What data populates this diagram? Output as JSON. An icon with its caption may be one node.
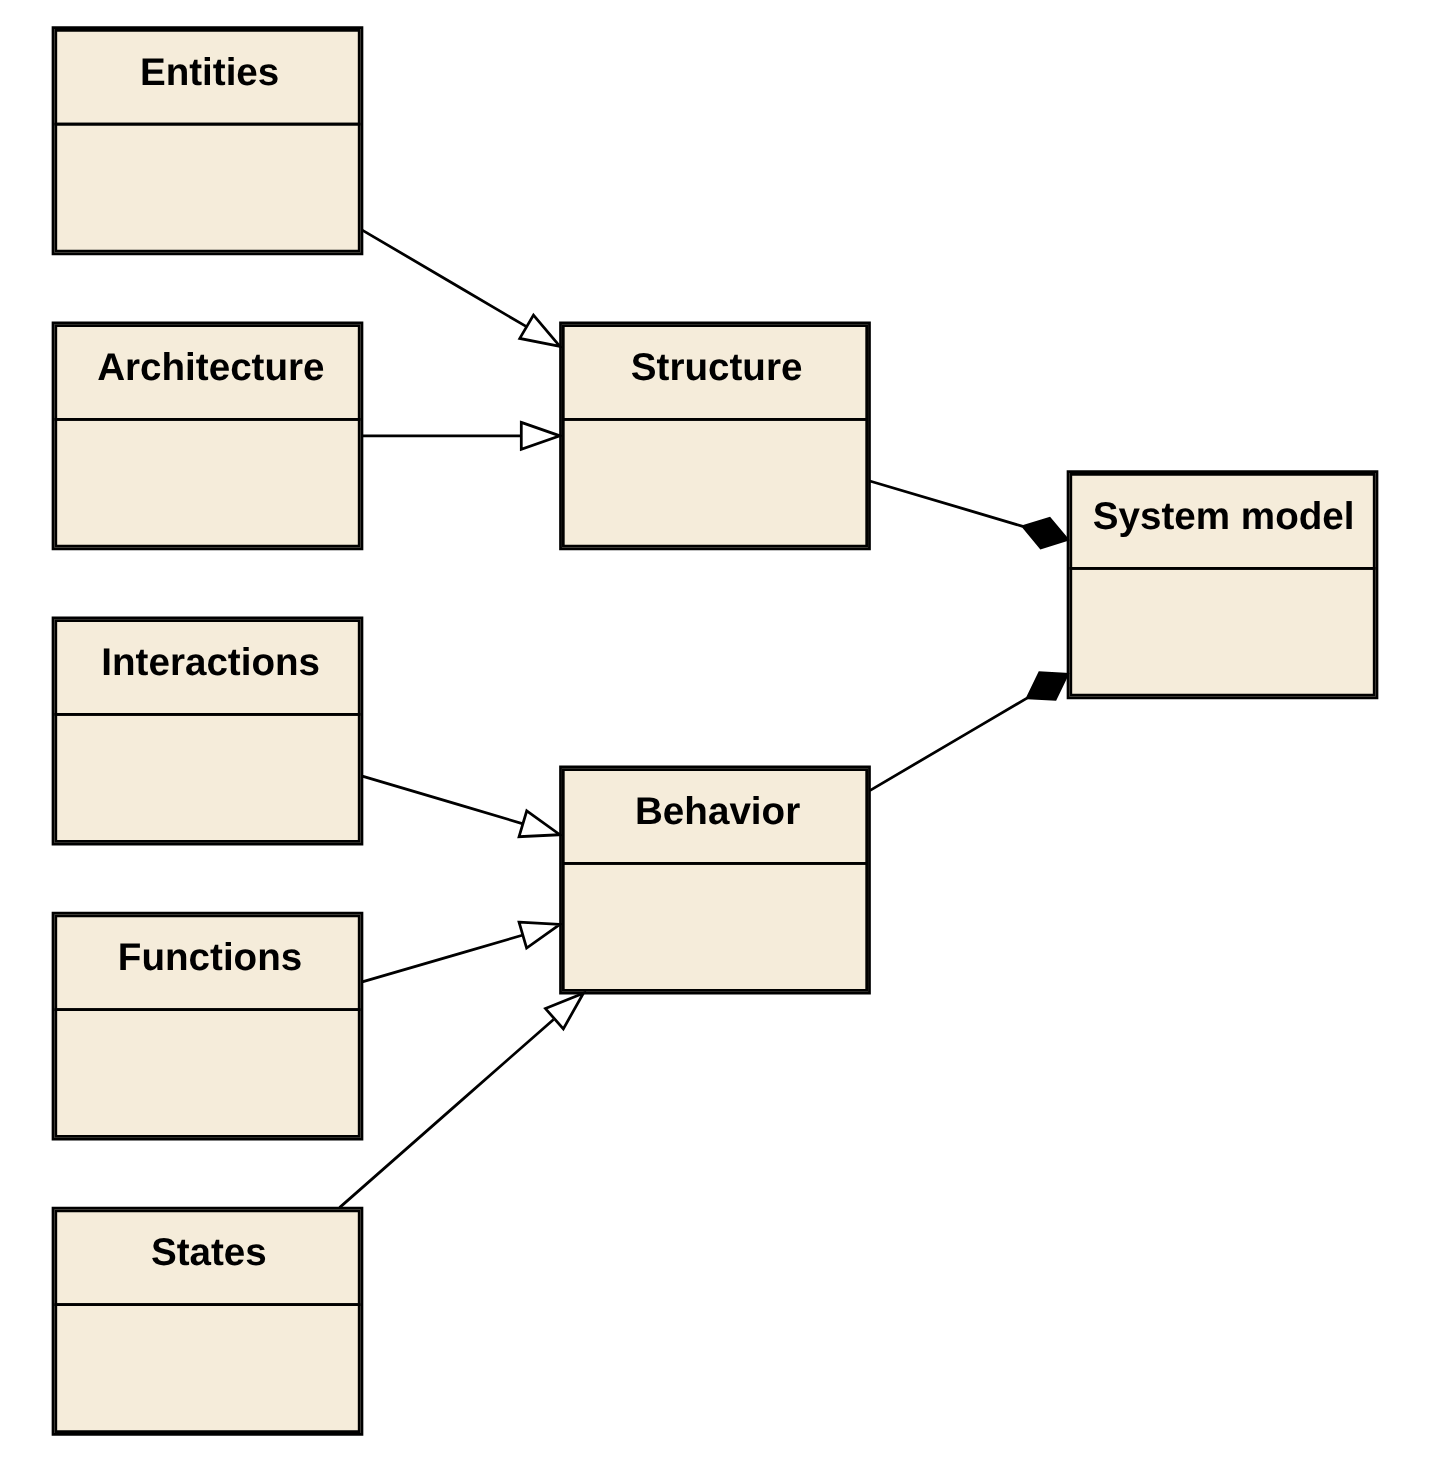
{
  "diagram": {
    "nodes": [
      {
        "text": [
          "Entities"
        ]
      },
      {
        "text": [
          "Architecture"
        ]
      },
      {
        "text": [
          "Interactions"
        ]
      },
      {
        "text": [
          "Functions"
        ]
      },
      {
        "text": [
          "States"
        ]
      },
      {
        "text": [
          "Structure"
        ]
      },
      {
        "text": [
          "Behavior"
        ]
      },
      {
        "text": [
          "System model"
        ]
      }
    ],
    "edges": [
      {
        "from": 0,
        "to": 5,
        "arrow": "to"
      },
      {
        "from": 1,
        "to": 5,
        "arrow": "to"
      },
      {
        "from": 2,
        "to": 6,
        "arrow": "to"
      },
      {
        "from": 3,
        "to": 6,
        "arrow": "to"
      },
      {
        "from": 4,
        "to": 6,
        "arrow": "to"
      },
      {
        "from": 5,
        "to": 7,
        "arrow": "other"
      },
      {
        "from": 6,
        "to": 7,
        "arrow": "other"
      }
    ]
  }
}
